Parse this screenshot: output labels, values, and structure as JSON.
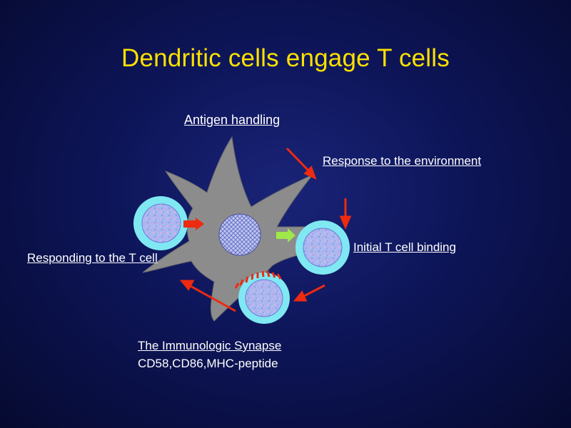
{
  "title": "Dendritic cells engage T cells",
  "labels": {
    "antigen_handling": "Antigen handling",
    "response_environment": "Response to the environment",
    "initial_binding": "Initial T cell binding",
    "responding_t_cell": "Responding to the T cell",
    "synapse_title": "The Immunologic Synapse",
    "synapse_molecules": "CD58,CD86,MHC-peptide"
  },
  "colors": {
    "title": "#ffe000",
    "text": "#ffffff",
    "dendritic_cell": "#8c8c8c",
    "t_cell_ring": "#7fe8f2",
    "arrow_red": "#ee2a10",
    "arrow_green": "#9ee84a"
  }
}
